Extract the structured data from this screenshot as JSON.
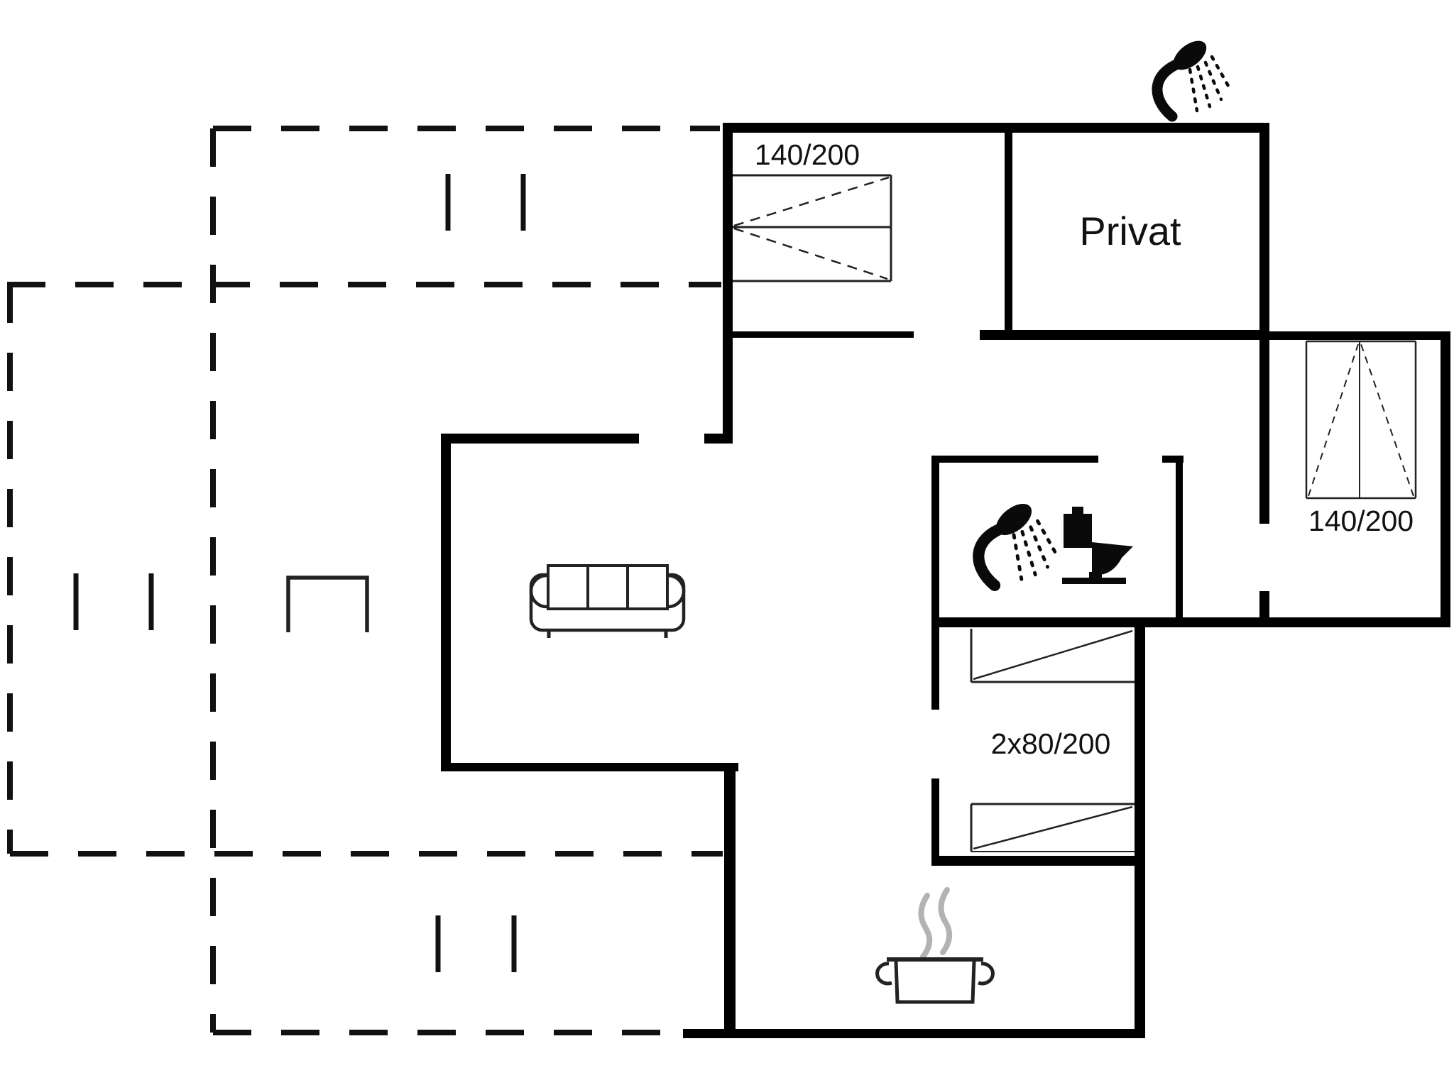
{
  "document": {
    "type": "holiday-home floor plan drawing",
    "background": "#ffffff"
  },
  "colors": {
    "wall": "#000000",
    "thin_wall": "#0d0d0d",
    "dashed_outline": "#111111",
    "furniture_line": "#222222",
    "icon_fill": "#0a0a0a",
    "steam": "#b3b3b3",
    "label_text": "#111111"
  },
  "labels": {
    "bedroom_top_bed_size": "140/200",
    "private_room": "Privat",
    "right_room_bed_size": "140/200",
    "bunk_room_bed_size": "2x80/200"
  },
  "icons": [
    "shower-icon-outdoor",
    "shower-icon-bathroom",
    "toilet-icon",
    "sofa-icon",
    "table-icon",
    "cooking-pot-icon",
    "steam-icon"
  ]
}
